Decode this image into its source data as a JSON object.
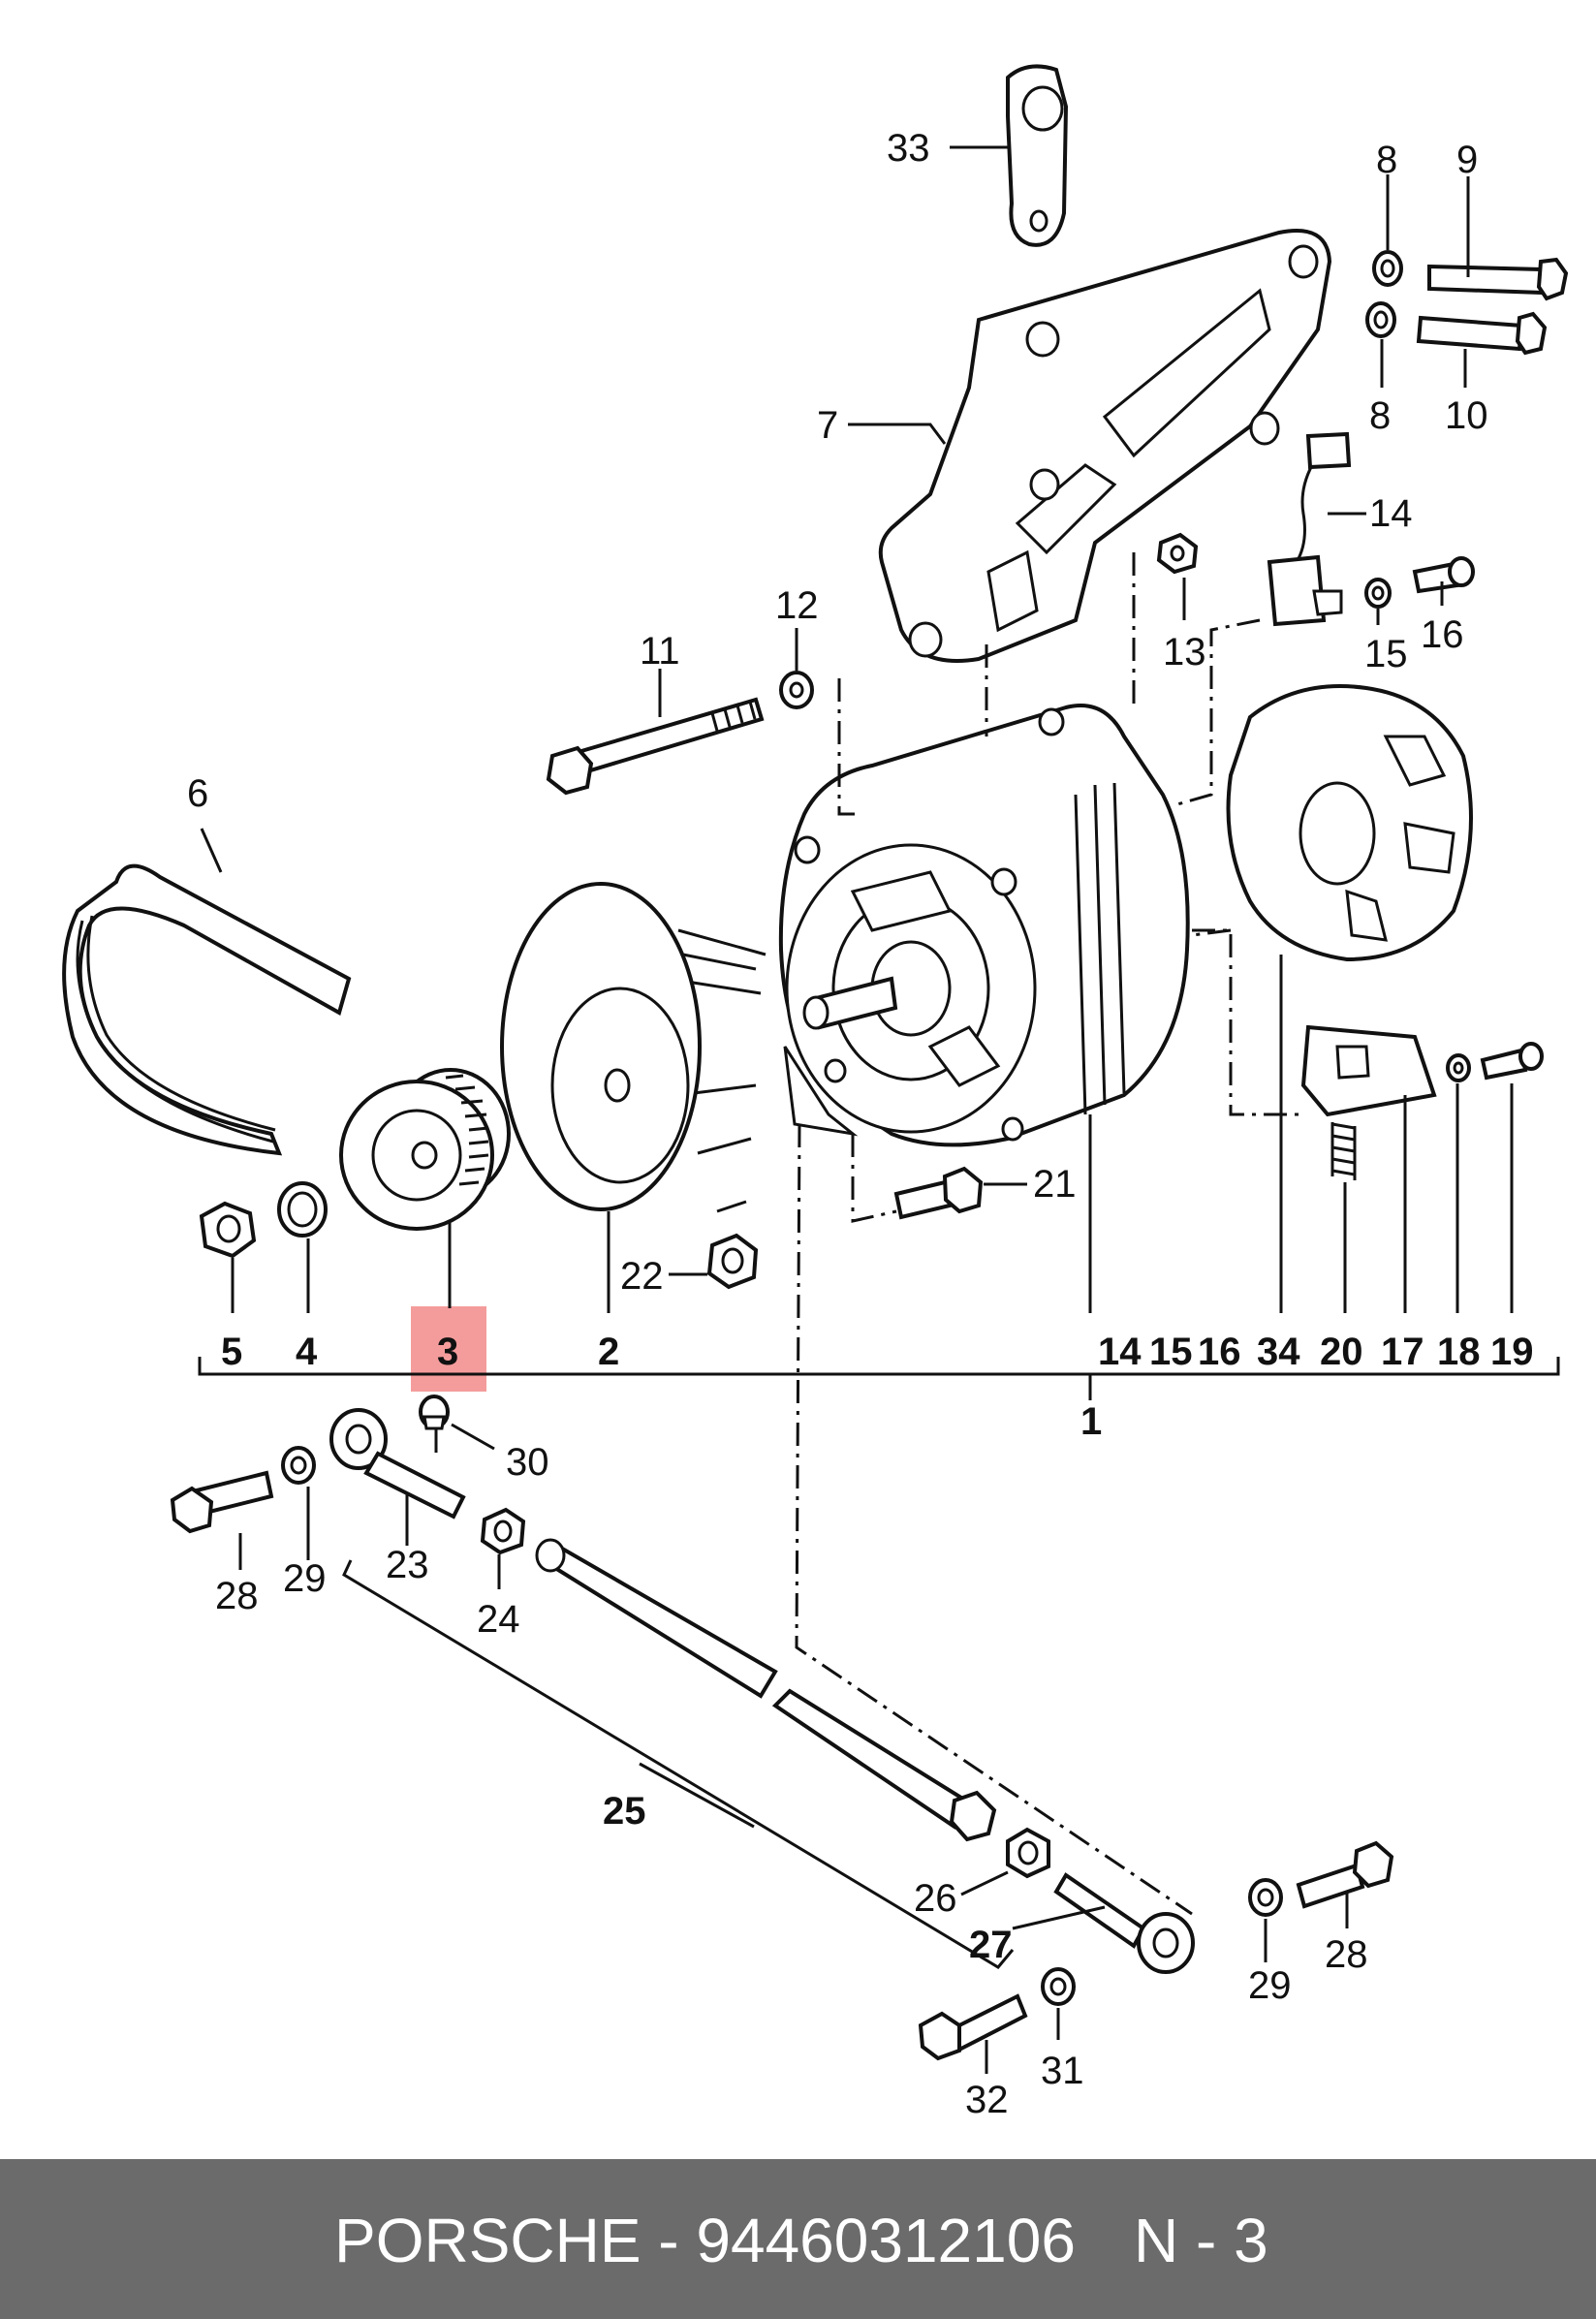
{
  "callouts": {
    "c1": "1",
    "c2": "2",
    "c3": "3",
    "c4": "4",
    "c5": "5",
    "c6": "6",
    "c7": "7",
    "c8a": "8",
    "c8b": "8",
    "c9": "9",
    "c10": "10",
    "c11": "11",
    "c12": "12",
    "c13": "13",
    "c14a": "14",
    "c14b": "14",
    "c15a": "15",
    "c15b": "15",
    "c16a": "16",
    "c16b": "16",
    "c17": "17",
    "c18": "18",
    "c19": "19",
    "c20": "20",
    "c21": "21",
    "c22": "22",
    "c23": "23",
    "c24": "24",
    "c25": "25",
    "c26": "26",
    "c27": "27",
    "c28a": "28",
    "c28b": "28",
    "c29a": "29",
    "c29b": "29",
    "c30": "30",
    "c31": "31",
    "c32": "32",
    "c33": "33",
    "c34": "34"
  },
  "highlight": {
    "color": "#f28b8b",
    "part": "3"
  },
  "footer": {
    "brand": "PORSCHE - 94460312106",
    "page": "N - 3",
    "background": "#6b6b6b",
    "text_color": "#ffffff"
  }
}
